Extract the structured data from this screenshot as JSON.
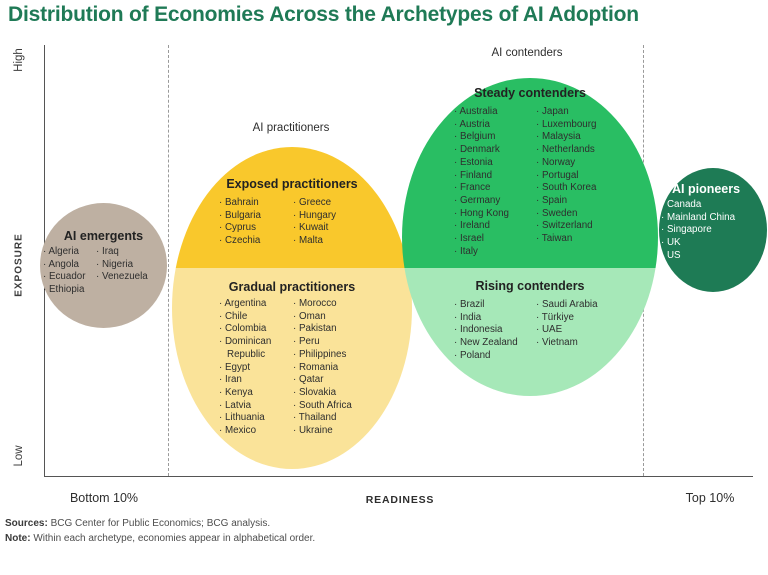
{
  "title": "Distribution of Economies Across the Archetypes of AI Adoption",
  "axes": {
    "y_label": "EXPOSURE",
    "y_high": "High",
    "y_low": "Low",
    "x_label": "READINESS",
    "x_left": "Bottom 10%",
    "x_right": "Top 10%"
  },
  "groups": {
    "emergents": {
      "label": "AI emergents",
      "col1": [
        "Algeria",
        "Angola",
        "Ecuador",
        "Ethiopia"
      ],
      "col2": [
        "Iraq",
        "Nigeria",
        "Venezuela"
      ]
    },
    "practitioners": {
      "label": "AI practitioners",
      "exposed": {
        "label": "Exposed practitioners",
        "col1": [
          "Bahrain",
          "Bulgaria",
          "Cyprus",
          "Czechia"
        ],
        "col2": [
          "Greece",
          "Hungary",
          "Kuwait",
          "Malta"
        ]
      },
      "gradual": {
        "label": "Gradual practitioners",
        "col1": [
          "Argentina",
          "Chile",
          "Colombia",
          "Dominican Republic",
          "Egypt",
          "Iran",
          "Kenya",
          "Latvia",
          "Lithuania",
          "Mexico"
        ],
        "col2": [
          "Morocco",
          "Oman",
          "Pakistan",
          "Peru",
          "Philippines",
          "Romania",
          "Qatar",
          "Slovakia",
          "South Africa",
          "Thailand",
          "Ukraine"
        ]
      }
    },
    "contenders": {
      "label": "AI contenders",
      "steady": {
        "label": "Steady contenders",
        "col1": [
          "Australia",
          "Austria",
          "Belgium",
          "Denmark",
          "Estonia",
          "Finland",
          "France",
          "Germany",
          "Hong Kong",
          "Ireland",
          "Israel",
          "Italy"
        ],
        "col2": [
          "Japan",
          "Luxembourg",
          "Malaysia",
          "Netherlands",
          "Norway",
          "Portugal",
          "South Korea",
          "Spain",
          "Sweden",
          "Switzerland",
          "Taiwan"
        ]
      },
      "rising": {
        "label": "Rising contenders",
        "col1": [
          "Brazil",
          "India",
          "Indonesia",
          "New Zealand",
          "Poland"
        ],
        "col2": [
          "Saudi Arabia",
          "Türkiye",
          "UAE",
          "Vietnam"
        ]
      }
    },
    "pioneers": {
      "label": "AI pioneers",
      "items": [
        "Canada",
        "Mainland China",
        "Singapore",
        "UK",
        "US"
      ]
    }
  },
  "footer": {
    "sources_label": "Sources:",
    "sources": " BCG Center for Public Economics; BCG analysis.",
    "note_label": "Note:",
    "note": " Within each archetype, economies appear in alphabetical order."
  },
  "colors": {
    "accent_green": "#1F7A56",
    "tan": "#BEB0A2",
    "yellow_dark": "#F9C82C",
    "yellow_light": "#FAE399",
    "green_dark": "#29BE63",
    "green_light": "#A6E8B8",
    "pioneer_green": "#1E7B55",
    "text_dark": "#2E2E2E",
    "axis_dark": "#555555",
    "dash_gray": "#9A9A9A"
  },
  "chart_data": {
    "type": "scatter",
    "title": "Distribution of Economies Across the Archetypes of AI Adoption",
    "xlabel": "READINESS",
    "ylabel": "EXPOSURE",
    "x_axis_annotations": [
      "Bottom 10%",
      "Top 10%"
    ],
    "y_axis_annotations": [
      "High",
      "Low"
    ],
    "legend_position": "none",
    "grid": false,
    "groups": [
      {
        "name": "AI emergents",
        "color": "#BEB0A2",
        "readiness": "bottom 10%",
        "exposure": "mid",
        "economies": [
          "Algeria",
          "Angola",
          "Ecuador",
          "Ethiopia",
          "Iraq",
          "Nigeria",
          "Venezuela"
        ]
      },
      {
        "name": "Exposed practitioners",
        "parent": "AI practitioners",
        "color": "#F9C82C",
        "readiness": "low-mid",
        "exposure": "high",
        "economies": [
          "Bahrain",
          "Bulgaria",
          "Cyprus",
          "Czechia",
          "Greece",
          "Hungary",
          "Kuwait",
          "Malta"
        ]
      },
      {
        "name": "Gradual practitioners",
        "parent": "AI practitioners",
        "color": "#FAE399",
        "readiness": "low-mid",
        "exposure": "low",
        "economies": [
          "Argentina",
          "Chile",
          "Colombia",
          "Dominican Republic",
          "Egypt",
          "Iran",
          "Kenya",
          "Latvia",
          "Lithuania",
          "Mexico",
          "Morocco",
          "Oman",
          "Pakistan",
          "Peru",
          "Philippines",
          "Romania",
          "Qatar",
          "Slovakia",
          "South Africa",
          "Thailand",
          "Ukraine"
        ]
      },
      {
        "name": "Steady contenders",
        "parent": "AI contenders",
        "color": "#29BE63",
        "readiness": "high-mid",
        "exposure": "high",
        "economies": [
          "Australia",
          "Austria",
          "Belgium",
          "Denmark",
          "Estonia",
          "Finland",
          "France",
          "Germany",
          "Hong Kong",
          "Ireland",
          "Israel",
          "Italy",
          "Japan",
          "Luxembourg",
          "Malaysia",
          "Netherlands",
          "Norway",
          "Portugal",
          "South Korea",
          "Spain",
          "Sweden",
          "Switzerland",
          "Taiwan"
        ]
      },
      {
        "name": "Rising contenders",
        "parent": "AI contenders",
        "color": "#A6E8B8",
        "readiness": "high-mid",
        "exposure": "low",
        "economies": [
          "Brazil",
          "India",
          "Indonesia",
          "New Zealand",
          "Poland",
          "Saudi Arabia",
          "Türkiye",
          "UAE",
          "Vietnam"
        ]
      },
      {
        "name": "AI pioneers",
        "color": "#1E7B55",
        "readiness": "top 10%",
        "exposure": "high",
        "economies": [
          "Canada",
          "Mainland China",
          "Singapore",
          "UK",
          "US"
        ]
      }
    ]
  }
}
